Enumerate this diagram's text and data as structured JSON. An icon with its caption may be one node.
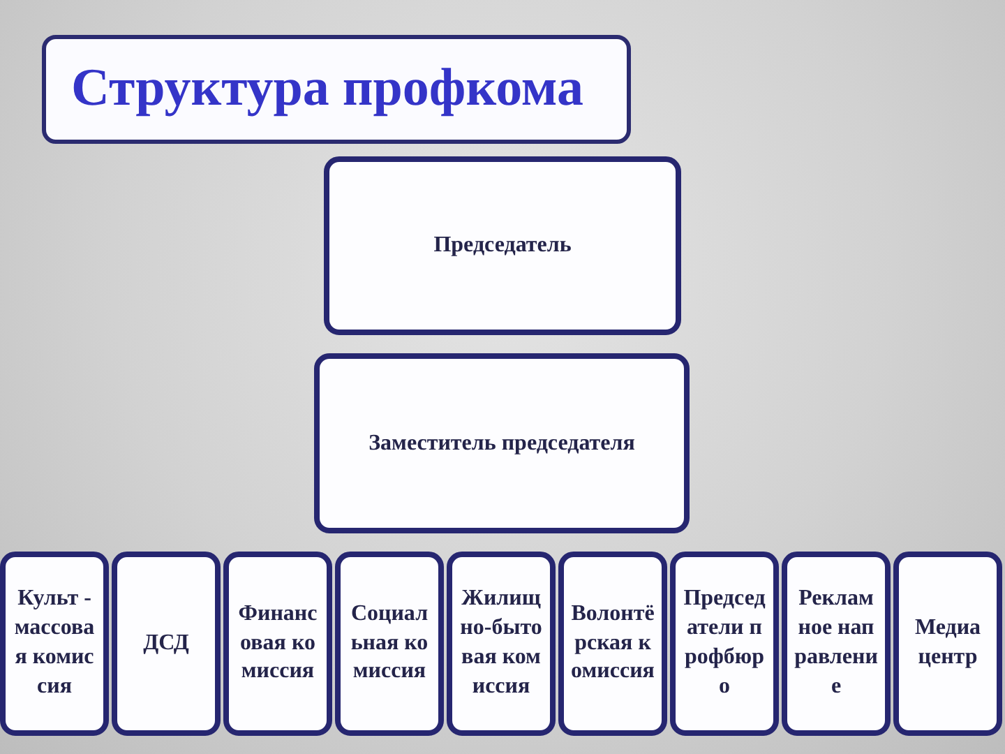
{
  "diagram": {
    "title": "Структура профкома",
    "nodes": [
      {
        "text": [
          "Председатель"
        ]
      },
      {
        "text": [
          "Заместитель председателя"
        ]
      },
      {
        "text": [
          "Культ - массовая комиссия"
        ]
      },
      {
        "text": [
          "ДСД"
        ]
      },
      {
        "text": [
          "Финансовая комиссия"
        ]
      },
      {
        "text": [
          "Социальная комиссия"
        ]
      },
      {
        "text": [
          "Жилищно-бытовая комиссия"
        ]
      },
      {
        "text": [
          "Волонтёрская комиссия"
        ]
      },
      {
        "text": [
          "Председатели профбюро"
        ]
      },
      {
        "text": [
          "Рекламное направление"
        ]
      },
      {
        "text": [
          "Медиа центр"
        ]
      }
    ]
  }
}
